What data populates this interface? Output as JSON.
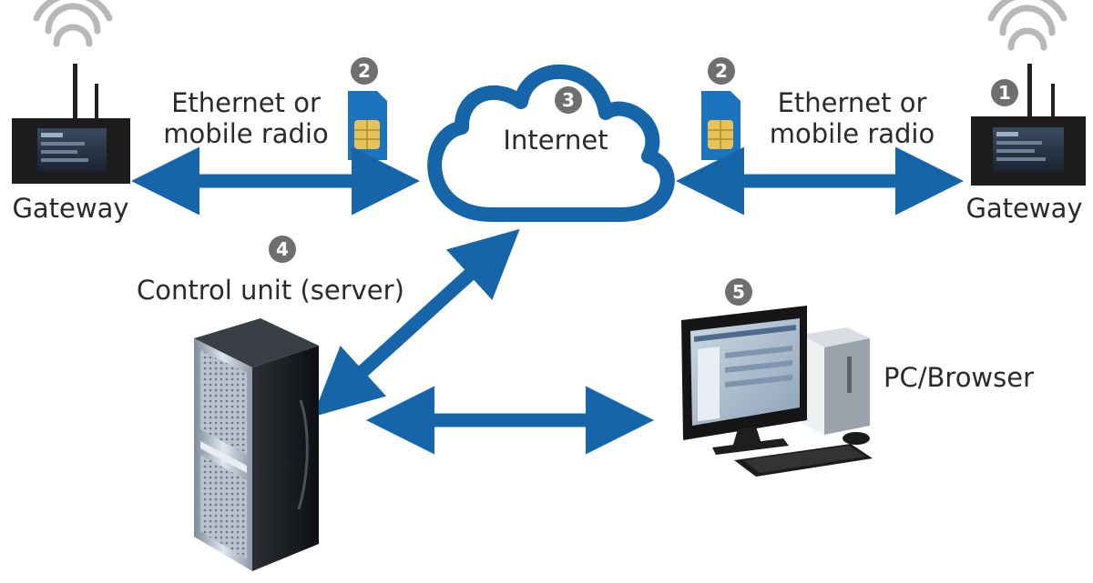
{
  "badges": {
    "b1": "1",
    "b2_left": "2",
    "b2_right": "2",
    "b3": "3",
    "b4": "4",
    "b5": "5"
  },
  "labels": {
    "gateway_left": "Gateway",
    "gateway_right": "Gateway",
    "link_left_line1": "Ethernet or",
    "link_left_line2": "mobile radio",
    "link_right_line1": "Ethernet or",
    "link_right_line2": "mobile radio",
    "internet": "Internet",
    "control_unit": "Control unit (server)",
    "pc_browser": "PC/Browser"
  },
  "colors": {
    "arrow": "#1565a8",
    "cloud_stroke": "#1565a8",
    "badge": "#6f6f6f",
    "wifi": "#b8b8b8",
    "device_body": "#1c1c1c",
    "sim_card": "#1c74bf",
    "sim_chip": "#e6c35a"
  },
  "icons": {
    "gateway": "gateway-device-icon",
    "wifi": "wifi-signal-icon",
    "sim": "sim-card-icon",
    "cloud": "cloud-icon",
    "server": "server-tower-icon",
    "pc": "desktop-pc-icon"
  }
}
